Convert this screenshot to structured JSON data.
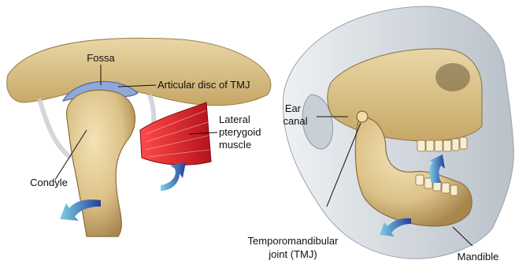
{
  "left_panel": {
    "labels": {
      "fossa": "Fossa",
      "articular_disc": "Articular disc of TMJ",
      "lateral_pterygoid_line1": "Lateral",
      "lateral_pterygoid_line2": "pterygoid",
      "lateral_pterygoid_line3": "muscle",
      "condyle": "Condyle"
    }
  },
  "right_panel": {
    "labels": {
      "ear_canal_line1": "Ear",
      "ear_canal_line2": "canal",
      "tmj_line1": "Temporomandibular",
      "tmj_line2": "joint (TMJ)",
      "mandible": "Mandible"
    }
  },
  "colors": {
    "bone": "#e2c98f",
    "bone_shadow": "#b89a5e",
    "skin": "#d6dbe0",
    "muscle": "#d9202a",
    "disc": "#8fa8d8",
    "arrow": "#2f4fa8",
    "arrow_highlight": "#6ec6e0"
  }
}
